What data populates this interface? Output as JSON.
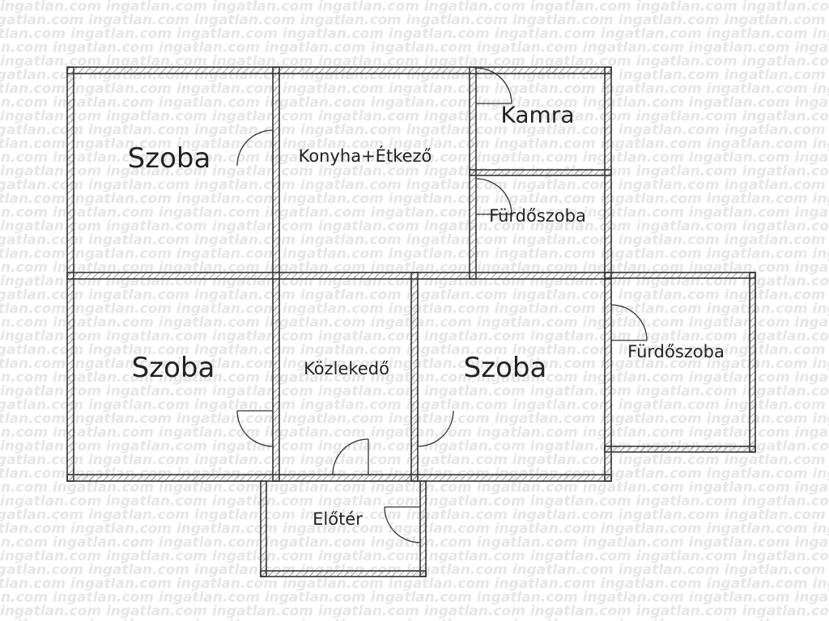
{
  "watermark": {
    "text": "ingatlan.com"
  },
  "rooms": {
    "szoba_top_left": "Szoba",
    "konyha": "Konyha+Étkező",
    "kamra": "Kamra",
    "furdo_upper": "Fürdőszoba",
    "szoba_bottom_left": "Szoba",
    "kozlekedo": "Közlekedő",
    "szoba_bottom_middle": "Szoba",
    "furdo_right": "Fürdőszoba",
    "eloter": "Előtér"
  },
  "colors": {
    "wall": "#333333",
    "wall_fill": "#ffffff",
    "hatch": "#555555",
    "door": "#333333",
    "label": "#222222",
    "watermark": "#e6e6e6"
  }
}
